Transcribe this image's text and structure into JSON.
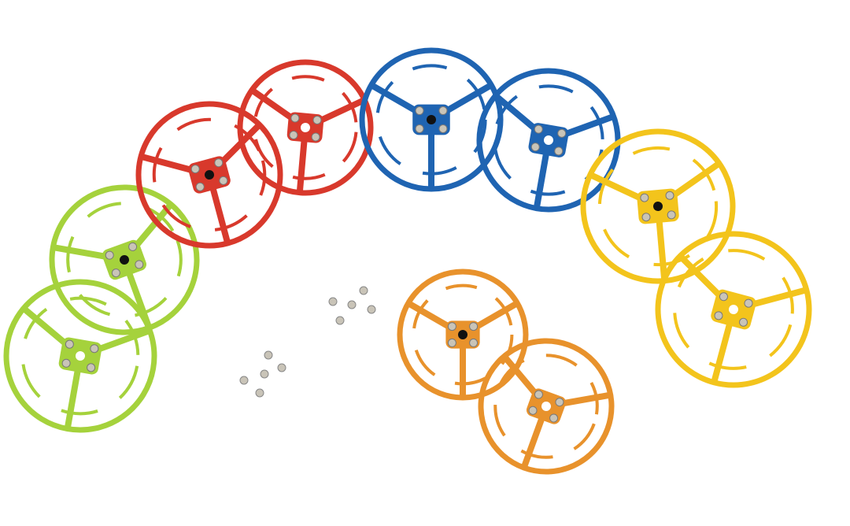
{
  "colors": {
    "background": "#ffffff",
    "green": "#a5d23c",
    "red": "#d8392c",
    "blue": "#1f64b2",
    "yellow": "#f3c41c",
    "orange": "#e8922c",
    "screw": "#c9c4b8",
    "hole": "#111111"
  },
  "wheels": [
    {
      "color": "green"
    },
    {
      "color": "green"
    },
    {
      "color": "red"
    },
    {
      "color": "red"
    },
    {
      "color": "blue"
    },
    {
      "color": "blue"
    },
    {
      "color": "yellow"
    },
    {
      "color": "yellow"
    },
    {
      "color": "orange"
    },
    {
      "color": "orange"
    }
  ]
}
